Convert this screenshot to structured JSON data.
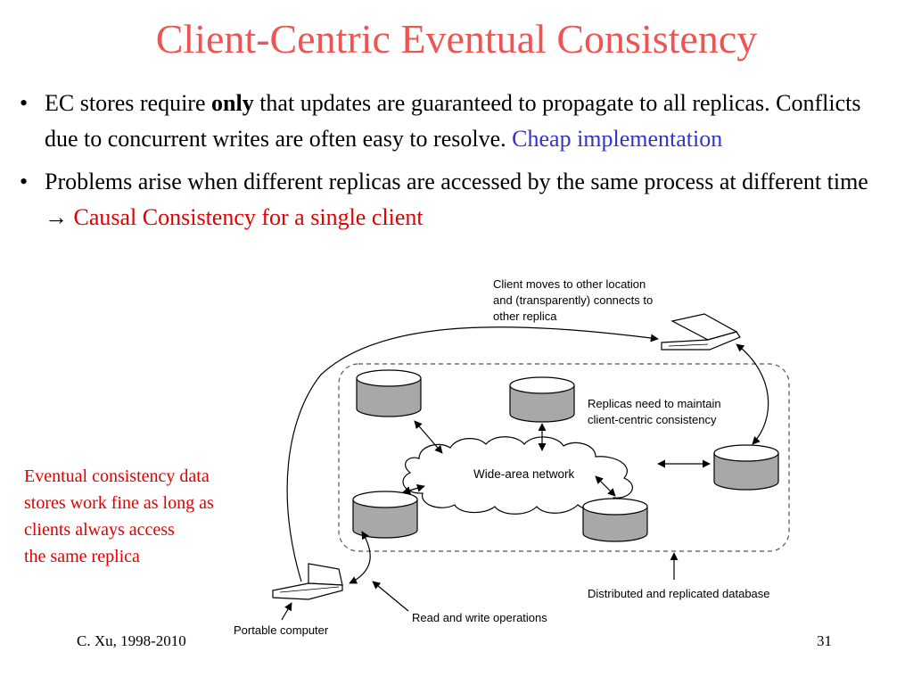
{
  "slide": {
    "title": "Client-Centric Eventual Consistency",
    "bullets": [
      {
        "b1_t1": "EC stores require ",
        "b1_bold": "only",
        "b1_t2": " that updates are guaranteed to propagate to all replicas.  Conflicts due to concurrent writes are often easy to resolve.  ",
        "b1_blue": "Cheap implementation"
      },
      {
        "b2_t1": "Problems arise when different replicas are accessed by the same process at different time ",
        "b2_arrow": "→",
        "b2_red": " Causal Consistency for a single client"
      }
    ],
    "side_note": [
      "Eventual consistency data",
      "stores work fine as long as",
      "clients always access",
      "the same replica"
    ],
    "footer_left": "C. Xu, 1998-2010",
    "footer_right": "31"
  },
  "diagram": {
    "client_moves_label": [
      "Client moves to other location",
      "and (transparently) connects to",
      "other replica"
    ],
    "replicas_label": [
      "Replicas need to maintain",
      "client-centric consistency"
    ],
    "network_label": "Wide-area network",
    "database_label": "Distributed and replicated database",
    "rw_label": "Read and write operations",
    "portable_label": "Portable computer"
  },
  "colors": {
    "title": "#ee5552",
    "emphasis_red": "#e00000",
    "emphasis_blue": "#3333cc",
    "cylinder_fill": "#a8a8a8",
    "cloud_fill": "#ffffff"
  }
}
